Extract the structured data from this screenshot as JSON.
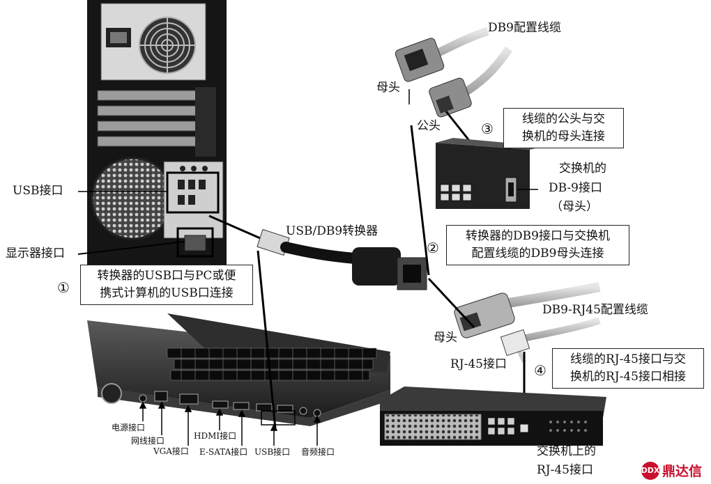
{
  "labels": {
    "db9_cable": "DB9配置线缆",
    "female_head_top": "母头",
    "male_head": "公头",
    "switch_db9_port_l1": "交换机的",
    "switch_db9_port_l2": "DB-9接口",
    "switch_db9_port_l3": "（母头）",
    "usb_port": "USB接口",
    "monitor_port": "显示器接口",
    "converter": "USB/DB9转换器",
    "db9_rj45_cable": "DB9-RJ45配置线缆",
    "female_head_bottom": "母头",
    "rj45_port": "RJ-45接口",
    "switch_rj45_l1": "交换机上的",
    "switch_rj45_l2": "RJ-45接口"
  },
  "steps": [
    {
      "num": "①",
      "line1": "转换器的USB口与PC或便",
      "line2": "携式计算机的USB口连接"
    },
    {
      "num": "②",
      "line1": "转换器的DB9接口与交换机",
      "line2": "配置线缆的DB9母头连接"
    },
    {
      "num": "③",
      "line1": "线缆的公头与交",
      "line2": "换机的母头连接"
    },
    {
      "num": "④",
      "line1": "线缆的RJ-45接口与交",
      "line2": "换机的RJ-45接口相接"
    }
  ],
  "laptop_ports": {
    "power": "电源接口",
    "network": "网线接口",
    "vga": "VGA接口",
    "hdmi": "HDMI接口",
    "esata": "E-SATA接口",
    "usb": "USB接口",
    "audio": "音频接口"
  },
  "logo": {
    "mark": "DDX",
    "text": "鼎达信"
  }
}
